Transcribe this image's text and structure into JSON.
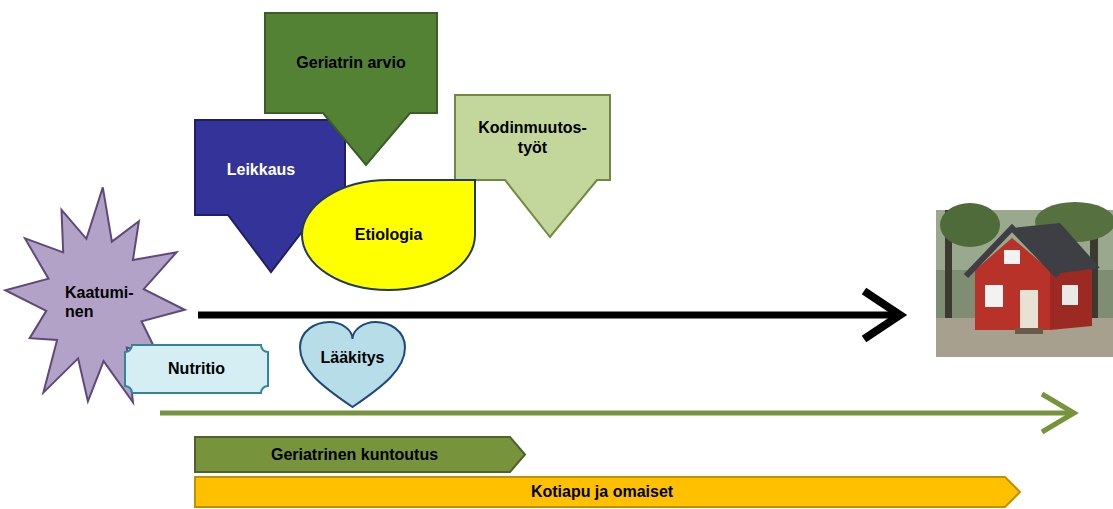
{
  "diagram": {
    "nodes": [
      {
        "text": [
          "Geriatrin arvio"
        ]
      },
      {
        "text": [
          "Leikkaus"
        ]
      },
      {
        "text": [
          "Kodinmuutos- työt"
        ]
      },
      {
        "text": [
          "Etiologia"
        ]
      },
      {
        "text": [
          "Kaatumi- nen"
        ]
      },
      {
        "text": [
          "Nutritio"
        ]
      },
      {
        "text": [
          "Lääkitys"
        ]
      },
      {
        "text": [
          "Geriatrinen kuntoutus"
        ]
      },
      {
        "text": [
          "Kotiapu ja omaiset"
        ]
      }
    ]
  }
}
